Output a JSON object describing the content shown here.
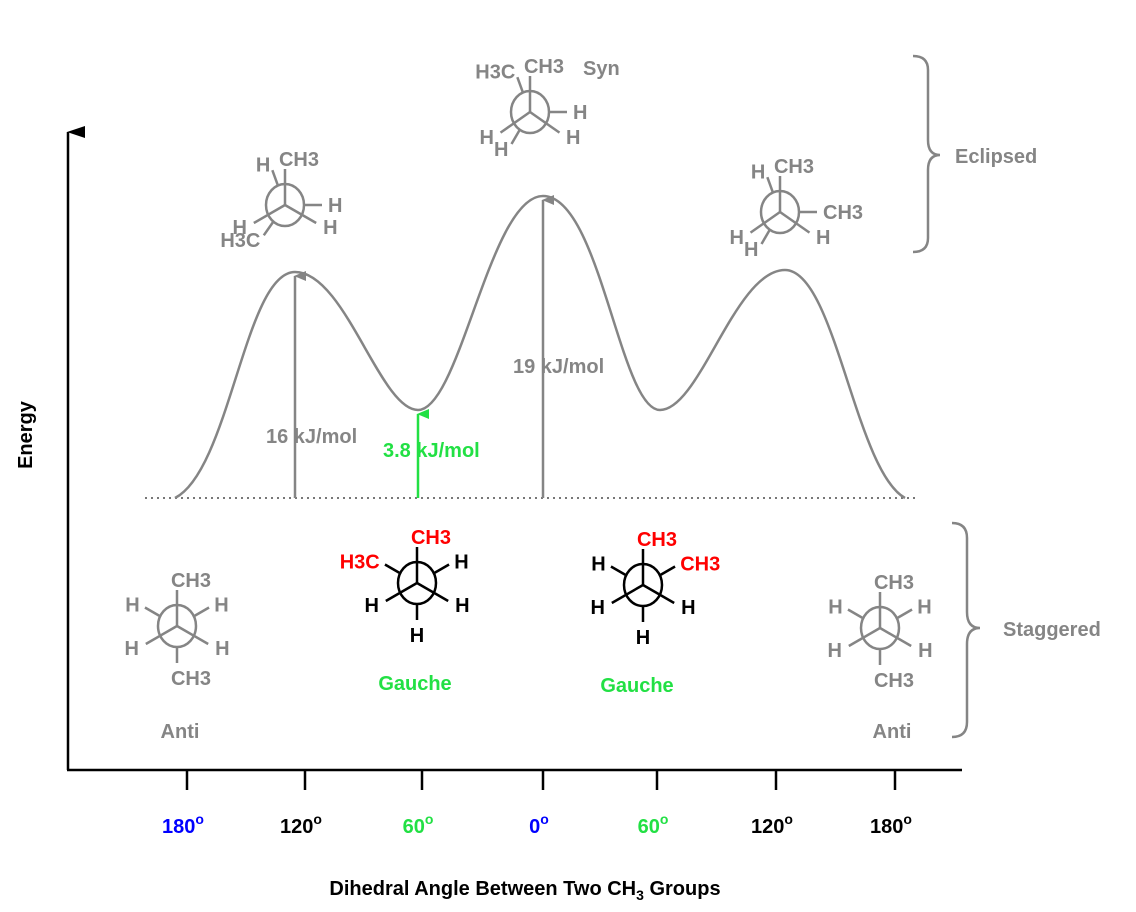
{
  "colors": {
    "gray": "#858585",
    "green": "#22e044",
    "red": "#ff0000",
    "blue": "#0000ff",
    "black": "#000000"
  },
  "axes": {
    "ylabel": "Energy",
    "xlabel_parts": [
      "Dihedral Angle Between Two CH",
      "3",
      " Groups"
    ],
    "degree_mark": "o",
    "ticks": [
      {
        "label": "180",
        "color": "#0000ff"
      },
      {
        "label": "120",
        "color": "#000000"
      },
      {
        "label": "60",
        "color": "#22e044"
      },
      {
        "label": "0",
        "color": "#0000ff"
      },
      {
        "label": "60",
        "color": "#22e044"
      },
      {
        "label": "120",
        "color": "#000000"
      },
      {
        "label": "180",
        "color": "#000000"
      }
    ]
  },
  "energies": {
    "eclipsed_h_ch3": "16 kJ/mol",
    "gauche": "3.8 kJ/mol",
    "syn": "19 kJ/mol"
  },
  "labels": {
    "syn": "Syn",
    "gauche_left": "Gauche",
    "gauche_right": "Gauche",
    "anti_left": "Anti",
    "anti_right": "Anti",
    "eclipsed_group": "Eclipsed",
    "staggered_group": "Staggered"
  },
  "molecules": [
    {
      "name": "eclipsed-left",
      "front": [
        "CH3",
        "H",
        "H"
      ],
      "back": [
        "H",
        "H",
        "H3C"
      ],
      "color": "#858585"
    },
    {
      "name": "syn",
      "front": [
        "CH3",
        "H",
        "H"
      ],
      "back": [
        "H3C",
        "H",
        "H"
      ],
      "color": "#858585"
    },
    {
      "name": "eclipsed-right",
      "front": [
        "CH3",
        "H",
        "H"
      ],
      "back": [
        "H",
        "CH3",
        "H"
      ],
      "color": "#858585"
    },
    {
      "name": "anti-left",
      "front": [
        "CH3",
        "H",
        "H"
      ],
      "back": [
        "H",
        "CH3",
        "H"
      ],
      "color": "#858585"
    },
    {
      "name": "gauche-left",
      "front": [
        "CH3",
        "H",
        "H"
      ],
      "back": [
        "H",
        "H",
        "H3C"
      ],
      "color": "#000000",
      "methyl_color": "#ff0000"
    },
    {
      "name": "gauche-right",
      "front": [
        "CH3",
        "H",
        "H"
      ],
      "back": [
        "CH3",
        "H",
        "H"
      ],
      "color": "#000000",
      "methyl_color": "#ff0000"
    },
    {
      "name": "anti-right",
      "front": [
        "CH3",
        "H",
        "H"
      ],
      "back": [
        "H",
        "CH3",
        "H"
      ],
      "color": "#858585"
    }
  ]
}
